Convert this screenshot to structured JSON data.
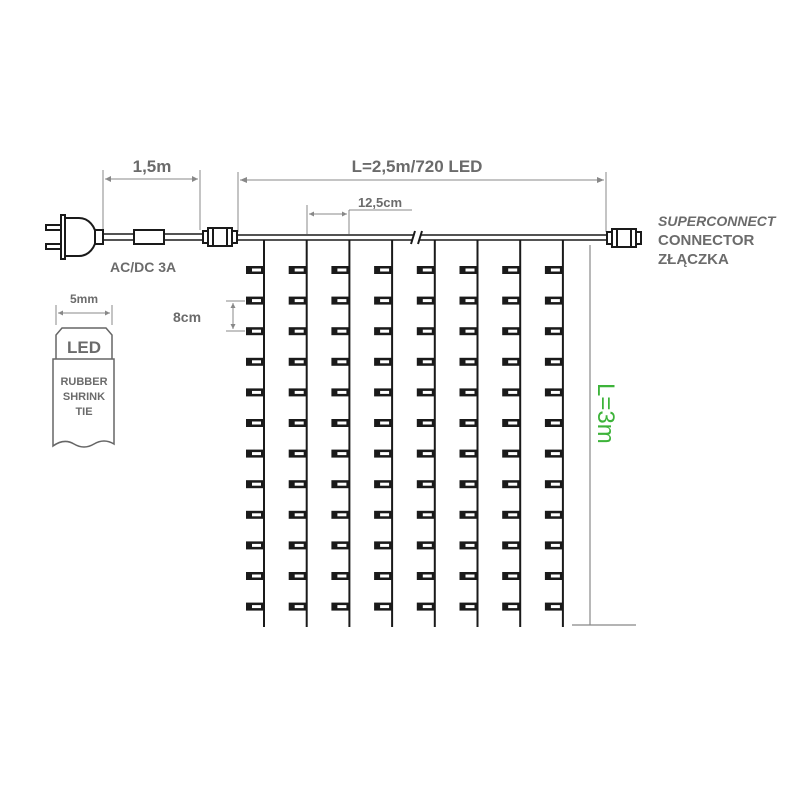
{
  "dimensions": {
    "lead_cable": "1,5m",
    "main_length": "L=2,5m/720 LED",
    "strand_spacing": "12,5cm",
    "led_spacing": "8cm",
    "strand_length": "L=3m",
    "led_width": "5mm"
  },
  "power": {
    "rating": "AC/DC 3A"
  },
  "connector": {
    "brand": "SUPERCONNECT",
    "label": "CONNECTOR",
    "label_pl": "ZŁĄCZKA"
  },
  "led_detail": {
    "led": "LED",
    "tie_line1": "RUBBER",
    "tie_line2": "SHRINK",
    "tie_line3": "TIE"
  },
  "diagram": {
    "strands": 8,
    "leds_per_strand": 12
  },
  "colors": {
    "text": "#6b6b6b",
    "line": "#1a1a1a",
    "accent": "#3db33a"
  }
}
